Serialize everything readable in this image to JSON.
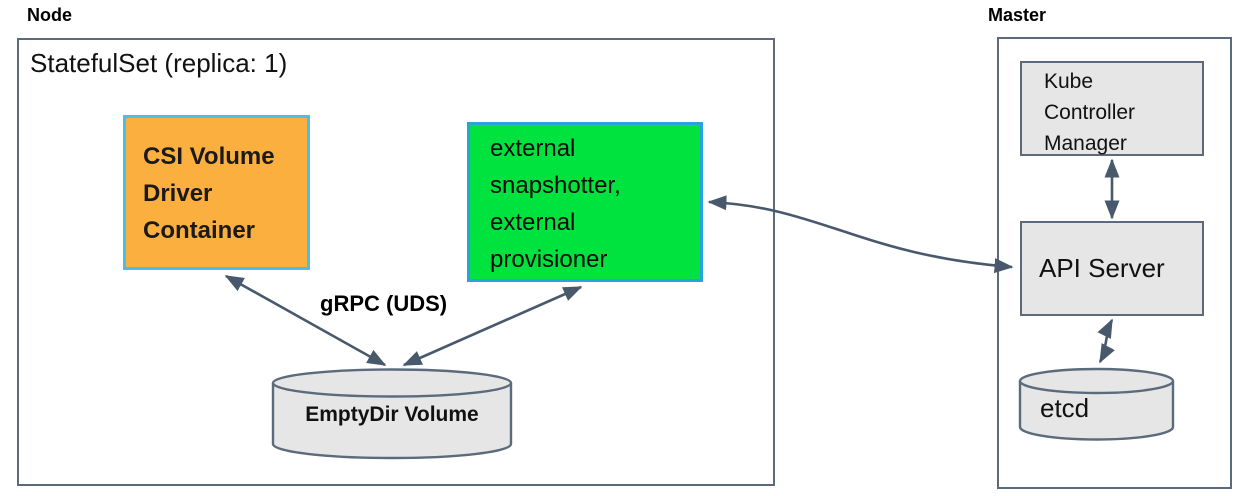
{
  "diagram": {
    "node": {
      "title": "Node",
      "statefulset_label": "StatefulSet (replica: 1)",
      "csi_driver_container": "CSI Volume\nDriver\nContainer",
      "sidecars": "external\nsnapshotter,\nexternal\nprovisioner",
      "grpc_label": "gRPC (UDS)",
      "emptydir_volume": "EmptyDir Volume"
    },
    "master": {
      "title": "Master",
      "kube_controller_manager": "Kube\nController\nManager",
      "api_server": "API Server",
      "etcd": "etcd"
    },
    "connections": [
      {
        "from": "CSI Volume Driver Container",
        "to": "EmptyDir Volume",
        "label": "gRPC (UDS)",
        "bidirectional": true
      },
      {
        "from": "external snapshotter, external provisioner",
        "to": "EmptyDir Volume",
        "label": "gRPC (UDS)",
        "bidirectional": true
      },
      {
        "from": "external snapshotter, external provisioner",
        "to": "API Server",
        "label": "",
        "bidirectional": true
      },
      {
        "from": "Kube Controller Manager",
        "to": "API Server",
        "label": "",
        "bidirectional": true
      },
      {
        "from": "API Server",
        "to": "etcd",
        "label": "",
        "bidirectional": true
      }
    ],
    "colors": {
      "csi_fill": "#fbaf3f",
      "csi_border": "#45c0ea",
      "sidecar_fill": "#00e33e",
      "sidecar_border": "#29a3e0",
      "gray_fill": "#e7e6e6",
      "outline": "#5b6b7b",
      "arrow": "#49596c",
      "text": "#000000",
      "background": "#ffffff"
    }
  }
}
